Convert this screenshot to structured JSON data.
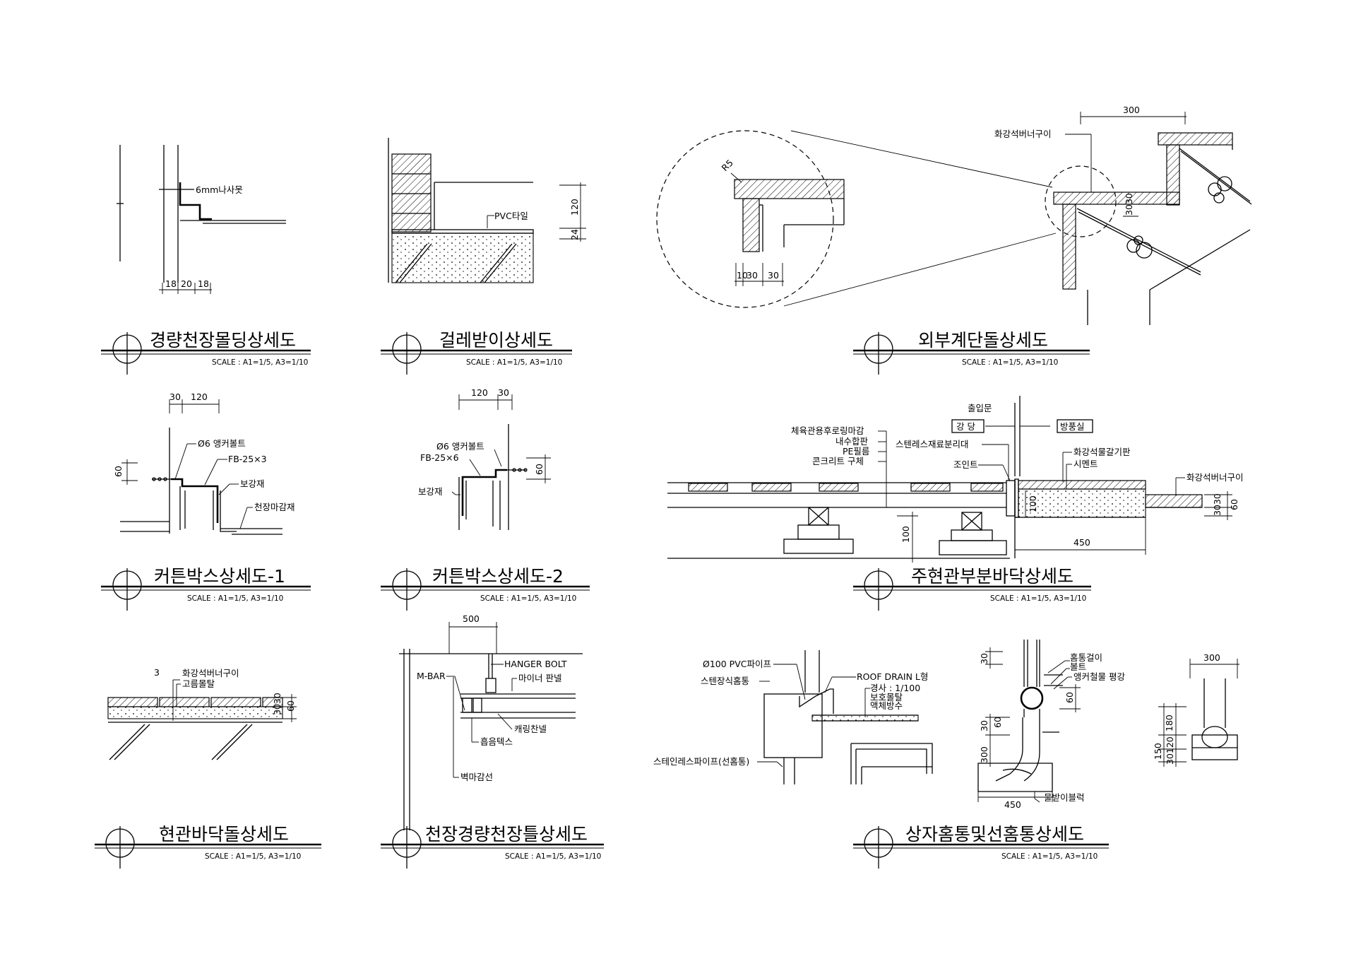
{
  "titles": {
    "t1": "경량천장몰딩상세도",
    "t2": "걸레받이상세도",
    "t3": "외부계단돌상세도",
    "t4": "커튼박스상세도-1",
    "t5": "커튼박스상세도-2",
    "t6": "주현관부분바닥상세도",
    "t7": "현관바닥돌상세도",
    "t8": "천장경량천장틀상세도",
    "t9": "상자홈통및선홈통상세도"
  },
  "scale_text": "SCALE : A1=1/5, A3=1/10",
  "d1": {
    "screw": "6mm나사못",
    "dims": [
      "18",
      "20",
      "18"
    ]
  },
  "d2": {
    "pvc": "PVC타일",
    "dim_top": "120",
    "dim_bot": "24"
  },
  "d3": {
    "r5": "R5",
    "dims_zoom": [
      "10",
      "30",
      "30"
    ],
    "dim_300": "300",
    "dim_30_30": "3030",
    "granite": "화강석버너구이"
  },
  "d4": {
    "dims_top": [
      "30",
      "120"
    ],
    "dim_side": "60",
    "anchor": "Ø6 앵커볼트",
    "fb": "FB-25×3",
    "reinforce": "보강재",
    "ceiling_finish": "천장마감재"
  },
  "d5": {
    "dims_top": [
      "120",
      "30"
    ],
    "dim_side": "60",
    "anchor": "Ø6 앵커볼트",
    "fb": "FB-25×6",
    "reinforce": "보강재"
  },
  "d6": {
    "entrance_door": "출입문",
    "lecture": "강 당",
    "windbreak": "방풍실",
    "gym_floor": "체육관용후로링마감",
    "plywood": "내수합판",
    "pe_film": "PE필름",
    "concrete": "콘크리트 구체",
    "stainless_sep": "스텐레스재료분리대",
    "joint": "조인트",
    "granite_polish": "화강석물갈기판",
    "cement": "시멘트",
    "granite_burner": "화강석버너구이",
    "dim_100a": "100",
    "dim_100b": "100",
    "dim_450": "450",
    "dim_3030": "3030",
    "dim_60": "60"
  },
  "d7": {
    "dim_3": "3",
    "granite": "화강석버너구이",
    "mortar": "고름몰탈",
    "dim_3030": "3030",
    "dim_60": "60"
  },
  "d8": {
    "dim_500": "500",
    "hanger": "HANGER BOLT",
    "mbar": "M-BAR",
    "minor_panel": "마이너 판넬",
    "carrying": "캐링찬넬",
    "absorb": "흡음텍스",
    "wall_finish": "벽마감선"
  },
  "d9": {
    "pvc_pipe": "Ø100 PVC파이프",
    "stainless_gutter": "스텐장식홈통",
    "roof_drain": "ROOF DRAIN L형",
    "slope": "경사 : 1/100",
    "protect": "보호몰탈",
    "waterproof": "액체방수",
    "stainless_pipe": "스테인레스파이프(선홈통)",
    "hook": "홈통걸이",
    "bolt": "볼트",
    "anchor_strap": "앵커철물 평강",
    "dim_30": "30",
    "dim_60a": "60",
    "dim_30b": "30",
    "dim_60b": "60",
    "dim_300a": "300",
    "dim_450": "450",
    "splash": "물받이블럭",
    "dim_300b": "300",
    "dim_180": "180",
    "dim_150": "150",
    "dim_30120": "30120"
  }
}
